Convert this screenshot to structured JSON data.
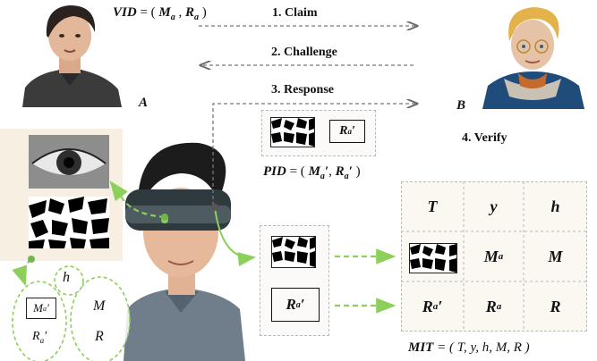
{
  "vid_equation": {
    "name": "VID",
    "sep": " = ( ",
    "a": "M",
    "a_sub": "a",
    "comma": " , ",
    "b": "R",
    "b_sub": "a",
    "close": " )"
  },
  "pid_equation": {
    "name": "PID",
    "sep": " = ( ",
    "a": "M",
    "a_sub": "a",
    "a_sup": "′",
    "comma": ", ",
    "b": "R",
    "b_sub": "a",
    "b_sup": "′",
    "close": " )"
  },
  "mit_equation": {
    "name": "MIT",
    "text": " = ( T, y, h, M, R )"
  },
  "steps": {
    "claim": "1. Claim",
    "challenge": "2. Challenge",
    "response": "3. Response",
    "verify": "4. Verify"
  },
  "party_a": "A",
  "party_b": "B",
  "response_box": {
    "r_label": "R",
    "r_sub": "a",
    "r_sup": "′"
  },
  "headset_box": {
    "r_label": "R",
    "r_sub": "a",
    "r_sup": "′"
  },
  "left_circles": {
    "h": "h",
    "m_label": "M",
    "m_sub": "a",
    "m_sup": "′",
    "r_label": "R",
    "r_sub": "a",
    "r_sup": "′",
    "big_m": "M",
    "big_r": "R"
  },
  "mit_table": {
    "header": [
      "T",
      "y",
      "h"
    ],
    "row2": {
      "c2": "M",
      "c2_sub": "a",
      "c3": "M"
    },
    "row3": {
      "c1": "R",
      "c1_sub": "a",
      "c1_sup": "′",
      "c2": "R",
      "c2_sub": "a",
      "c3": "R"
    }
  },
  "colors": {
    "green_arrow": "#8ccf5a",
    "gray_arrow": "#777777",
    "panel_bg": "#f6efe2",
    "table_bg": "#fbf8f2"
  }
}
